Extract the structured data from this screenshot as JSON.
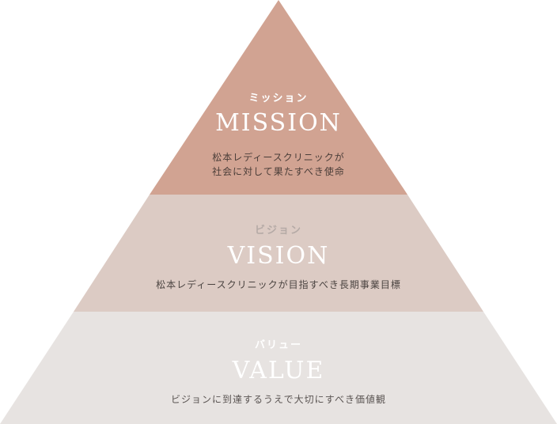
{
  "colors": {
    "mission_fill": "#d1a392",
    "vision_fill": "#dccbc4",
    "value_fill": "#e7e3e1",
    "mission_text": "#ffffff",
    "mission_desc": "#4a3d38",
    "vision_kana": "#b5aaa6",
    "vision_title": "#ffffff",
    "vision_desc": "#4a4340",
    "value_kana": "#ffffff",
    "value_title": "#ffffff",
    "value_desc": "#5a5452"
  },
  "mission": {
    "kana": "ミッション",
    "title": "MISSION",
    "desc_line1": "松本レディースクリニックが",
    "desc_line2": "社会に対して果たすべき使命"
  },
  "vision": {
    "kana": "ビジョン",
    "title": "VISION",
    "desc": "松本レディースクリニックが目指すべき長期事業目標"
  },
  "value": {
    "kana": "バリュー",
    "title": "VALUE",
    "desc": "ビジョンに到達するうえで大切にすべき価値観"
  }
}
